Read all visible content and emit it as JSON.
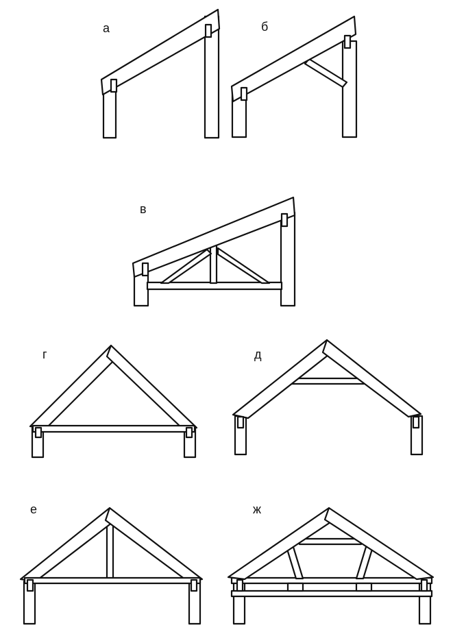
{
  "figures": [
    {
      "id": "a",
      "label": "а"
    },
    {
      "id": "b",
      "label": "б"
    },
    {
      "id": "v",
      "label": "в"
    },
    {
      "id": "g",
      "label": "г"
    },
    {
      "id": "d",
      "label": "д"
    },
    {
      "id": "e",
      "label": "е"
    },
    {
      "id": "zh",
      "label": "ж"
    }
  ],
  "colors": {
    "ink": "#111111",
    "paper": "#ffffff"
  }
}
